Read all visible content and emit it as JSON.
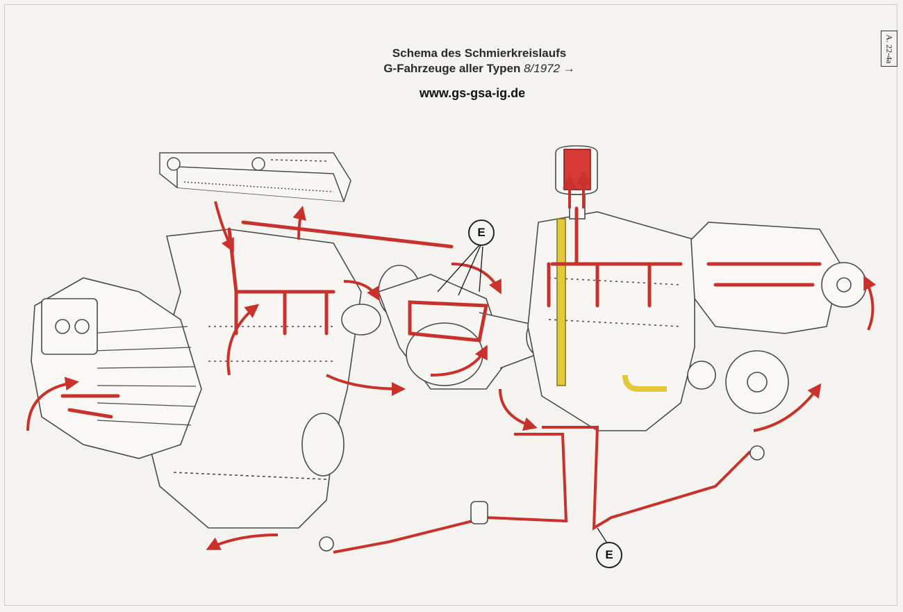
{
  "header": {
    "title_line1": "Schema des Schmierkreislaufs",
    "title_line2": "G-Fahrzeuge aller Typen",
    "title_date": "8/1972",
    "title_arrow": "→",
    "url": "www.gs-gsa-ig.de"
  },
  "reference_box": {
    "text": "A. 22-4a"
  },
  "callouts": [
    {
      "letter": "E"
    },
    {
      "letter": "E"
    }
  ],
  "colors": {
    "oil_flow": "#c8312c",
    "oil_fill": "#d43a33",
    "suction": "#e3c83a",
    "line_art": "#4a4a4a",
    "paper": "#f4f3ef"
  }
}
